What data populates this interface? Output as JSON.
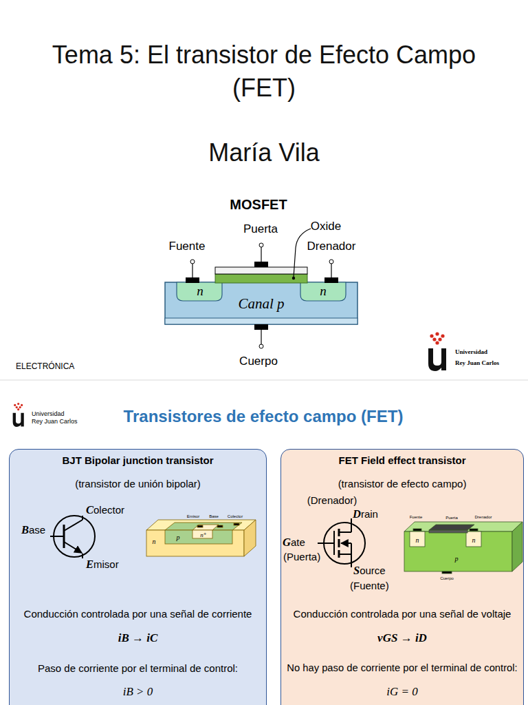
{
  "diagram": {
    "title": "Tema 5: El transistor de Efecto Campo (FET)",
    "nodes": [
      {
        "text": [
          "BJT Bipolar junction transistor",
          "(transistor de unión bipolar)",
          "Conducción controlada por una señal de corriente",
          "iB → iC",
          "Paso de corriente por el terminal de control:",
          "iB > 0"
        ]
      },
      {
        "text": [
          "FET Field effect transistor",
          "(transistor de efecto campo)",
          "Conducción controlada por una señal de voltaje",
          "vGS → iD",
          "No hay paso de corriente por el terminal de control:",
          "iG = 0"
        ]
      }
    ],
    "labels": [
      "María Vila",
      "MOSFET",
      "Puerta",
      "Oxide",
      "Fuente",
      "Drenador",
      "n",
      "n",
      "Canal p",
      "Cuerpo",
      "ELECTRÓNICA",
      "Universidad",
      "Rey Juan Carlos",
      "Universidad",
      "Rey Juan Carlos",
      "Transistores de efecto campo (FET)",
      "Colector",
      "Base",
      "Emisor",
      "n",
      "p",
      "n⁺",
      "Emisor",
      "Base",
      "Colector",
      "(Drenador)",
      "Drain",
      "Gate",
      "(Puerta)",
      "Source",
      "(Fuente)",
      "Fuente",
      "Puerta",
      "Drenador",
      "n",
      "n",
      "p",
      "Cuerpo"
    ]
  }
}
